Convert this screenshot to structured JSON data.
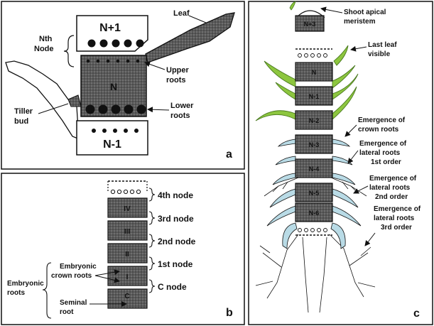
{
  "panel_a": {
    "letter": "a",
    "node_above": "N+1",
    "node_current": "N",
    "node_below": "N-1",
    "leaf": "Leaf",
    "nth_node_line1": "Nth",
    "nth_node_line2": "Node",
    "upper_roots_line1": "Upper",
    "upper_roots_line2": "roots",
    "lower_roots_line1": "Lower",
    "lower_roots_line2": "roots",
    "tiller_line1": "Tiller",
    "tiller_line2": "bud"
  },
  "panel_b": {
    "letter": "b",
    "segments": [
      "IV",
      "III",
      "II",
      "I",
      "C"
    ],
    "nodes": [
      "4th node",
      "3rd node",
      "2nd node",
      "1st node",
      "C node"
    ],
    "embryonic_crown_line1": "Embryonic",
    "embryonic_crown_line2": "crown roots",
    "embryonic_roots_line1": "Embryonic",
    "embryonic_roots_line2": "roots",
    "seminal_line1": "Seminal",
    "seminal_line2": "root"
  },
  "panel_c": {
    "letter": "c",
    "top_segment": "N+3",
    "segments": [
      "N",
      "N-1",
      "N-2",
      "N-3",
      "N-4",
      "N-5",
      "N-6"
    ],
    "shoot_line1": "Shoot apical",
    "shoot_line2": "meristem",
    "last_leaf_line1": "Last leaf",
    "last_leaf_line2": "visible",
    "crown_line1": "Emergence of",
    "crown_line2": "crown roots",
    "lat1_line1": "Emergence of",
    "lat1_line2": "lateral roots",
    "lat1_line3": "1st order",
    "lat2_line1": "Emergence of",
    "lat2_line2": "lateral roots",
    "lat2_line3": "2nd order",
    "lat3_line1": "Emergence of",
    "lat3_line2": "lateral roots",
    "lat3_line3": "3rd order"
  },
  "colors": {
    "segment": "#5a5a5a",
    "leaf_green": "#8dc63f",
    "root_blue": "#b9dbe6",
    "stroke": "#111111"
  }
}
